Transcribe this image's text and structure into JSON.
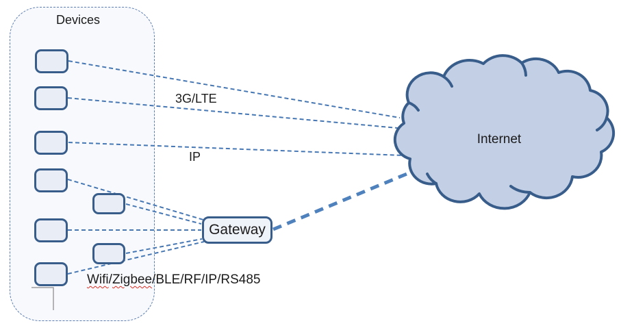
{
  "diagram": {
    "devices": {
      "label": "Devices"
    },
    "gateway": {
      "label": "Gateway"
    },
    "internet": {
      "label": "Internet"
    },
    "labels": {
      "cellular": "3G/LTE",
      "ip": "IP",
      "local_word1": "Wifi",
      "local_sep1": "/",
      "local_word2": "Zigbee",
      "local_rest": "/BLE/RF/IP/RS485"
    },
    "colors": {
      "accent": "#4F81BD",
      "line": "#4677B3",
      "shape_border": "#385D8A",
      "device_fill": "#E9EEF6",
      "gateway_fill": "#EEF2F9",
      "cloud_fill": "#C3CFE5",
      "container_fill": "#F7F9FC",
      "spellcheck": "#E02B20"
    }
  }
}
